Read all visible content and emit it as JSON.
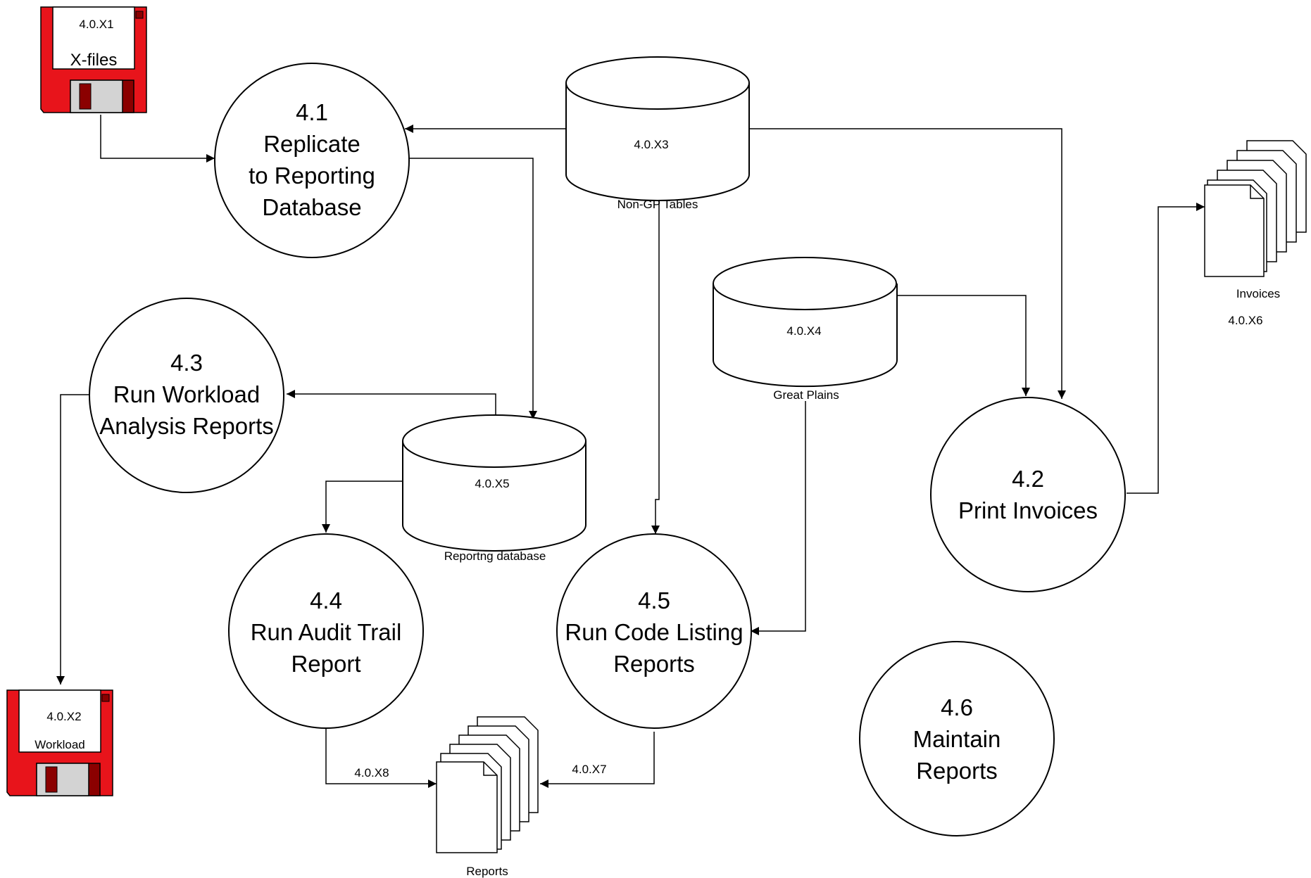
{
  "processes": [
    {
      "id": "p41",
      "number": "4.1",
      "lines": [
        "Replicate",
        "to Reporting",
        "Database"
      ]
    },
    {
      "id": "p42",
      "number": "4.2",
      "lines": [
        "Print Invoices"
      ]
    },
    {
      "id": "p43",
      "number": "4.3",
      "lines": [
        "Run Workload",
        "Analysis Reports"
      ]
    },
    {
      "id": "p44",
      "number": "4.4",
      "lines": [
        "Run Audit Trail",
        "Report"
      ]
    },
    {
      "id": "p45",
      "number": "4.5",
      "lines": [
        "Run Code Listing",
        "Reports"
      ]
    },
    {
      "id": "p46",
      "number": "4.6",
      "lines": [
        "Maintain",
        "Reports"
      ]
    }
  ],
  "stores": {
    "x3": {
      "id": "4.0.X3",
      "label": "Non-GP Tables"
    },
    "x4": {
      "id": "4.0.X4",
      "label": "Great Plains"
    },
    "x5": {
      "id": "4.0.X5",
      "label": "Reportng database"
    }
  },
  "disks": {
    "x1": {
      "id": "4.0.X1",
      "label": "X-files"
    },
    "x2": {
      "id": "4.0.X2",
      "label": "Workload"
    }
  },
  "documents": {
    "invoices": {
      "label": "Invoices",
      "id": "4.0.X6"
    },
    "reports": {
      "label": "Reports"
    }
  },
  "flow_labels": {
    "x7": "4.0.X7",
    "x8": "4.0.X8"
  },
  "colors": {
    "disk_red": "#e8141b",
    "disk_dark": "#8b0000",
    "disk_shutter": "#d3d3d3",
    "line": "#000000"
  }
}
